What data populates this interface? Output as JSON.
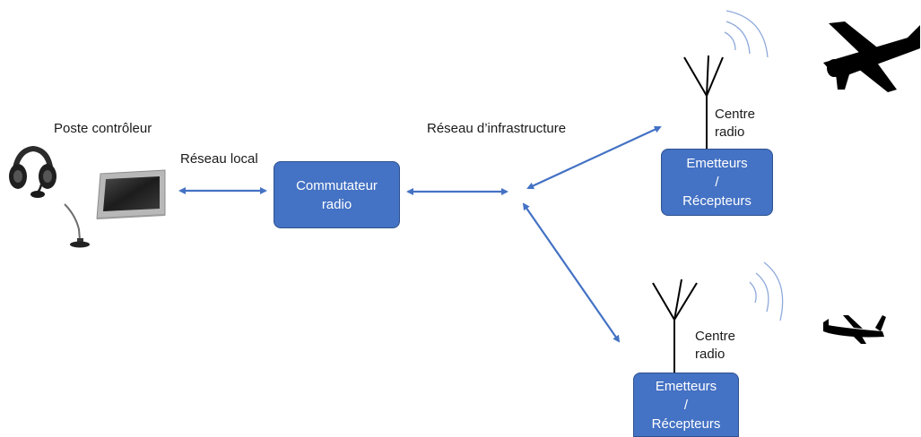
{
  "labels": {
    "poste_controleur": "Poste contrôleur",
    "reseau_local": "Réseau local",
    "reseau_infrastructure": "Réseau d’infrastructure",
    "centre_radio_top": [
      "Centre",
      "radio"
    ],
    "centre_radio_bottom": [
      "Centre",
      "radio"
    ]
  },
  "boxes": {
    "commutateur": [
      "Commutateur",
      "radio"
    ],
    "emetteurs_top": [
      "Emetteurs",
      "/",
      "Récepteurs"
    ],
    "emetteurs_bottom": [
      "Emetteurs",
      "/",
      "Récepteurs"
    ]
  },
  "colors": {
    "box_fill": "#4472c4",
    "box_border": "#2f528f",
    "arrow": "#4472c4",
    "radio_wave": "#8faadc",
    "silhouette": "#000000"
  },
  "icons": [
    "headset-icon",
    "monitor-icon",
    "microphone-icon",
    "antenna-icon",
    "radio-wave-icon",
    "airliner-icon",
    "small-plane-icon"
  ]
}
